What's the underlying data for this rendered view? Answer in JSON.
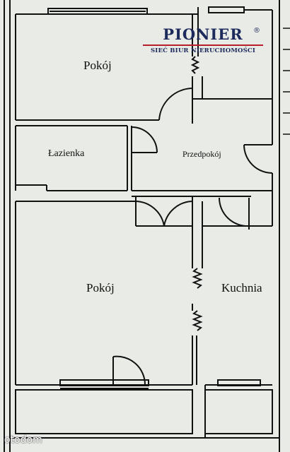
{
  "rooms": {
    "pokoj_top": "Pokój",
    "lazienka": "Łazienka",
    "przedpokoj": "Przedpokój",
    "pokoj_bottom": "Pokój",
    "kuchnia": "Kuchnia"
  },
  "logo": {
    "brand": "PIONIER",
    "registered": "®",
    "tagline": "SIEĆ BIUR NIERUCHOMOŚCI",
    "colors": {
      "navy": "#1d2a5c",
      "red": "#b51f2a"
    }
  },
  "watermark": "otodom"
}
